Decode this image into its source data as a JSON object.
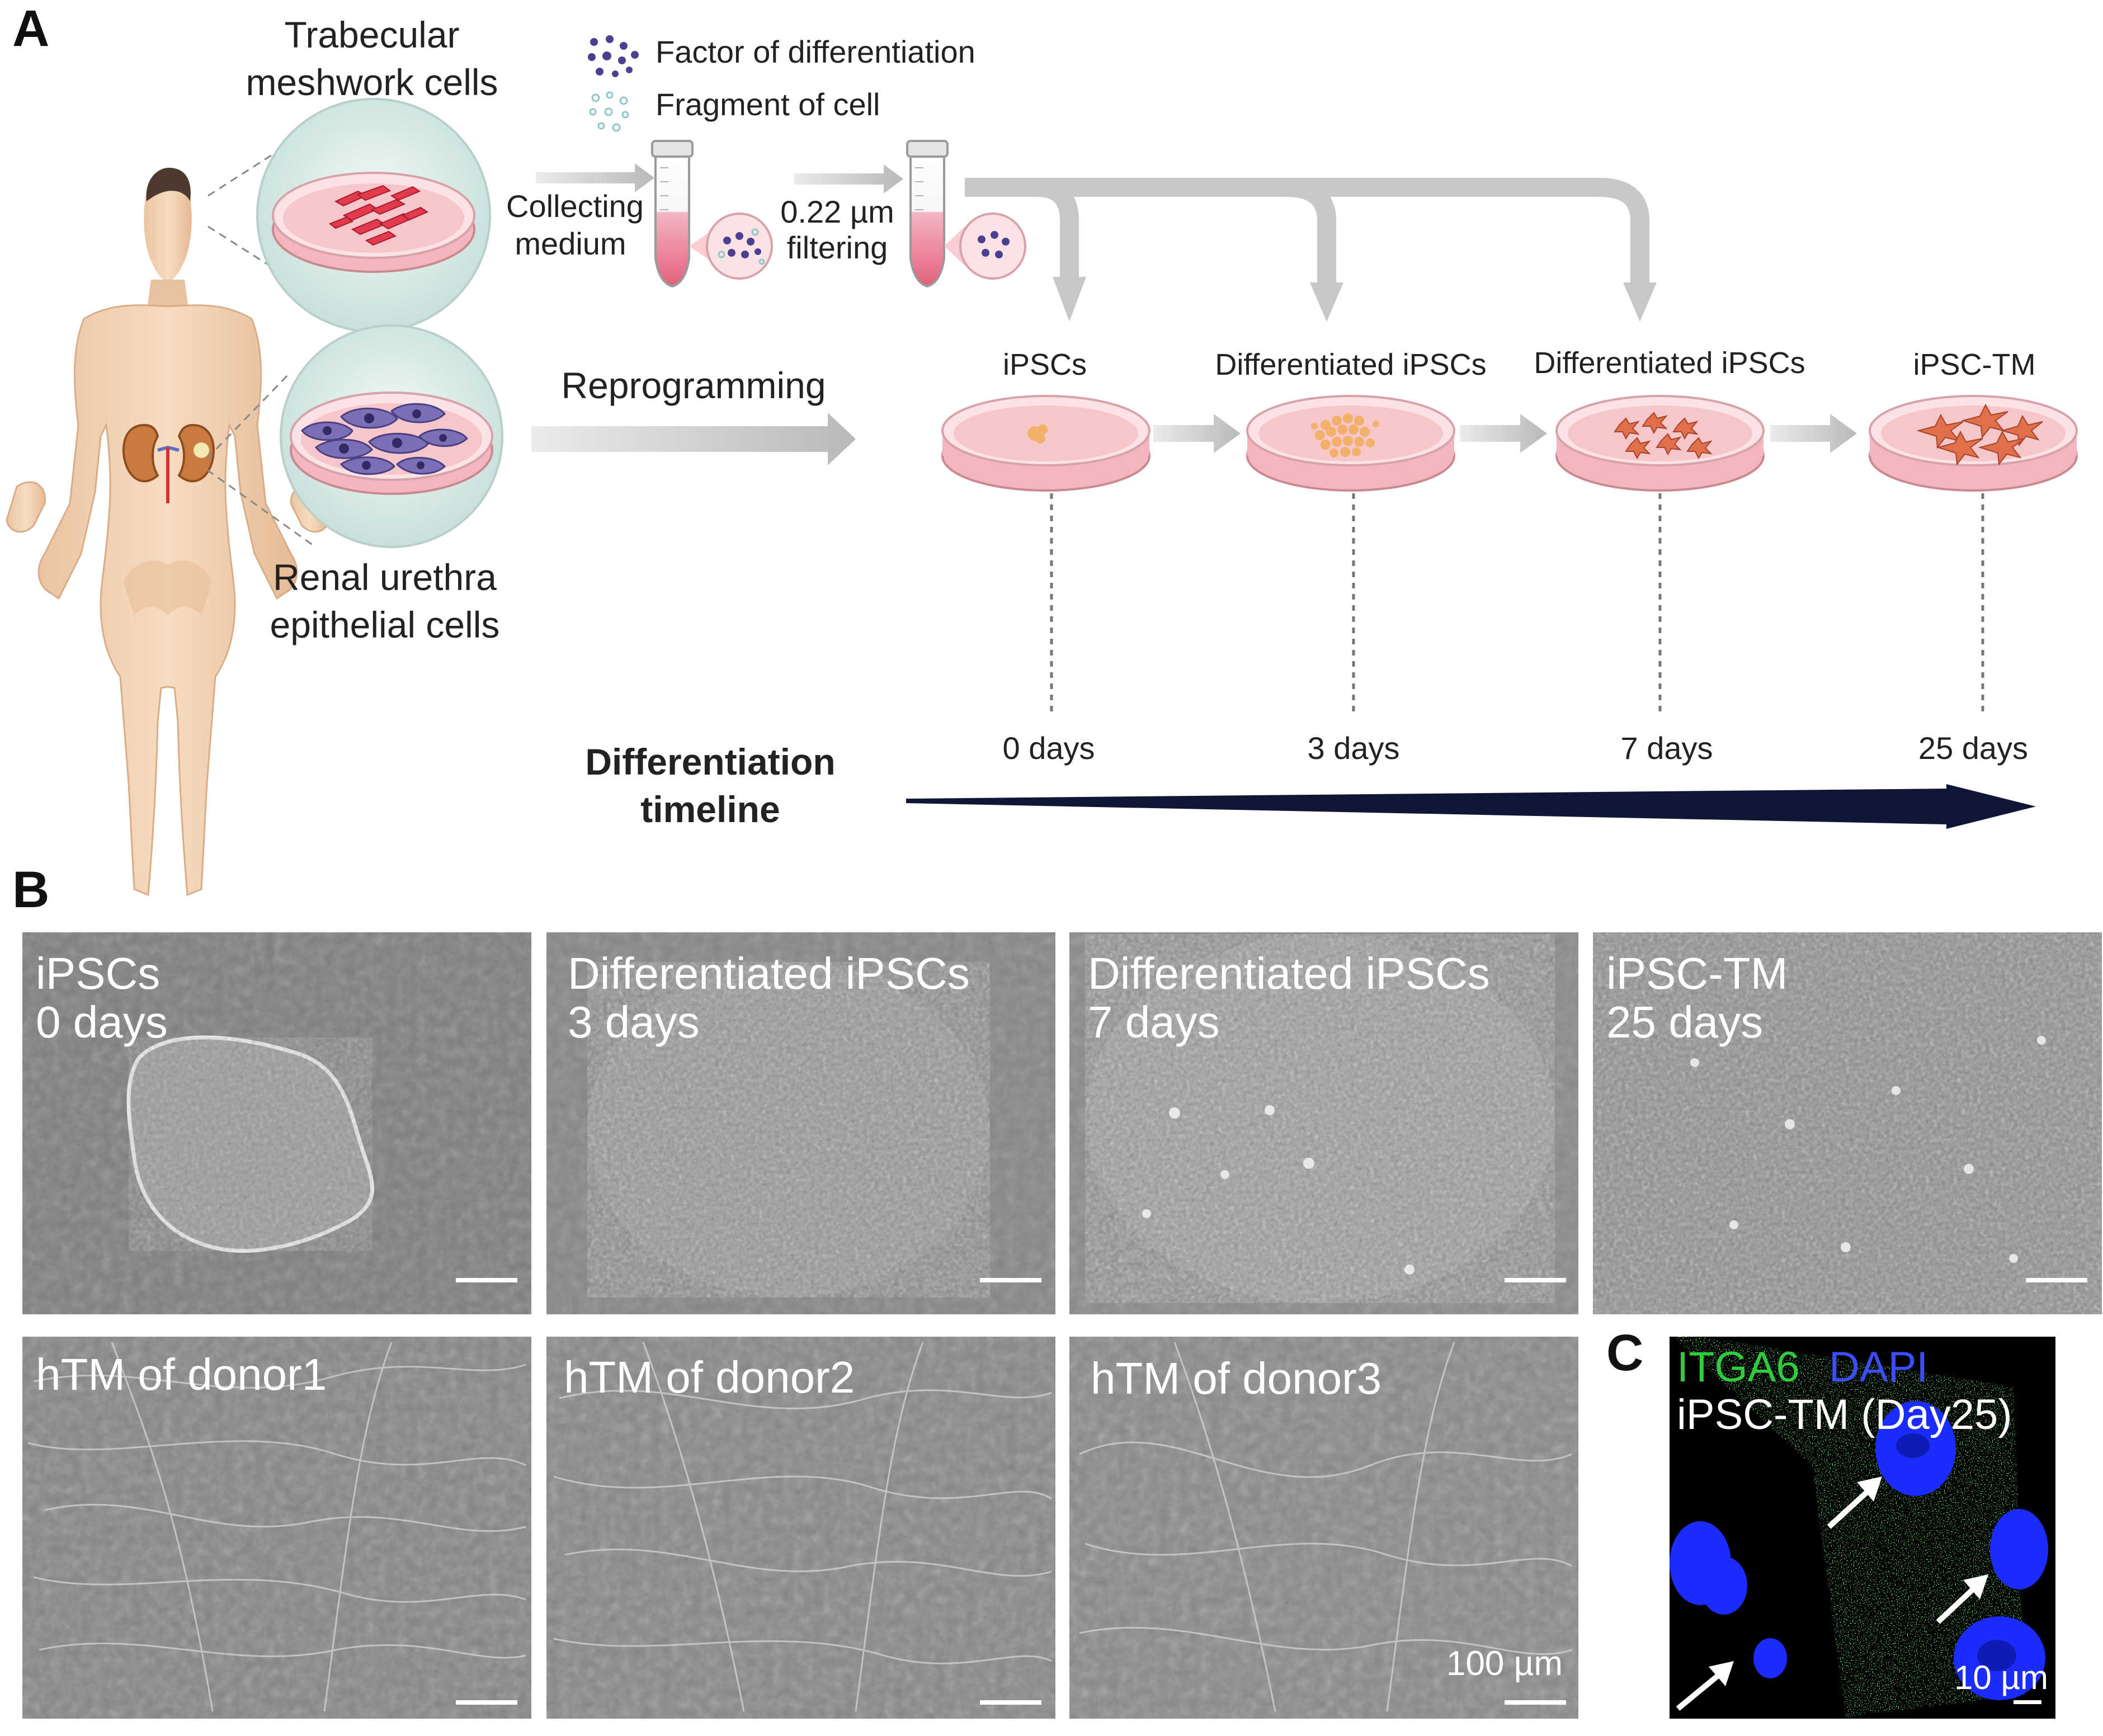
{
  "panels": {
    "a": {
      "letter": "A",
      "source_cells": {
        "tm_line1": "Trabecular",
        "tm_line2": "meshwork cells",
        "renal_line1": "Renal urethra",
        "renal_line2": "epithelial cells"
      },
      "legend": {
        "factor": "Factor of  differentiation",
        "fragment": "Fragment of  cell"
      },
      "steps": {
        "collecting_line1": "Collecting",
        "collecting_line2": "medium",
        "filtering_line1": "0.22 µm",
        "filtering_line2": "filtering",
        "reprogramming": "Reprogramming"
      },
      "stages": [
        {
          "label": "iPSCs",
          "day": "0 days"
        },
        {
          "label": "Differentiated iPSCs",
          "day": "3 days"
        },
        {
          "label": "Differentiated iPSCs",
          "day": "7 days"
        },
        {
          "label": "iPSC-TM",
          "day": "25 days"
        }
      ],
      "timeline_line1": "Differentiation",
      "timeline_line2": "timeline"
    },
    "b": {
      "letter": "B",
      "micrographs_top": [
        {
          "line1": "iPSCs",
          "line2": "0 days"
        },
        {
          "line1": "Differentiated iPSCs",
          "line2": "3 days"
        },
        {
          "line1": "Differentiated iPSCs",
          "line2": "7 days"
        },
        {
          "line1": "iPSC-TM",
          "line2": "25 days"
        }
      ],
      "micrographs_bottom": [
        {
          "line1": "hTM of donor1"
        },
        {
          "line1": "hTM of donor2"
        },
        {
          "line1": "hTM of donor3"
        }
      ],
      "scale_label": "100 µm"
    },
    "c": {
      "letter": "C",
      "marker": "ITGA6",
      "counterstain": "DAPI",
      "sample": "iPSC-TM (Day25)",
      "scale_label": "10 µm"
    }
  },
  "colors": {
    "text": "#222222",
    "dish_pink": "#f6c9cd",
    "dish_rim": "#d7a2a9",
    "tm_cell": "#e23b4d",
    "renal_cell": "#7d6fb5",
    "progenitor": "#f2b069",
    "tm_like_cell": "#e0704a",
    "gray_arrow": "#c6c6c6",
    "timeline_arrow": "#0f1636",
    "itga6_green": "#2fcc3c",
    "dapi_blue": "#1a2cff",
    "micrograph_gray": "#7e7e7e"
  },
  "icons": [
    "human-figure-icon",
    "kidney-icon",
    "petri-dish-icon",
    "centrifuge-tube-icon",
    "magnifier-bubble-icon",
    "arrow-icon"
  ]
}
